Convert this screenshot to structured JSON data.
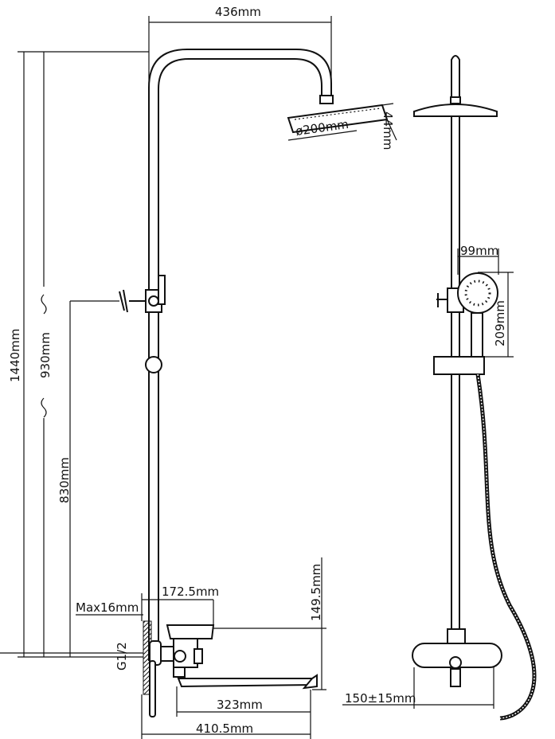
{
  "diagram": {
    "dimensions": {
      "arm_width": "436mm",
      "head_diameter": "ø200mm",
      "head_thickness": "44mm",
      "total_height": "1440mm",
      "adjustable_height": "930mm",
      "diverter_height": "830mm",
      "hand_shower_width": "99mm",
      "hand_shower_length": "209mm",
      "mixer_depth": "172.5mm",
      "wall_max": "Max16mm",
      "mixer_height": "149.5mm",
      "thread": "G1/2",
      "spout_length": "323mm",
      "total_projection": "410.5mm",
      "inlet_spacing": "150±15mm"
    },
    "colors": {
      "line": "#111111",
      "background": "#ffffff"
    }
  }
}
